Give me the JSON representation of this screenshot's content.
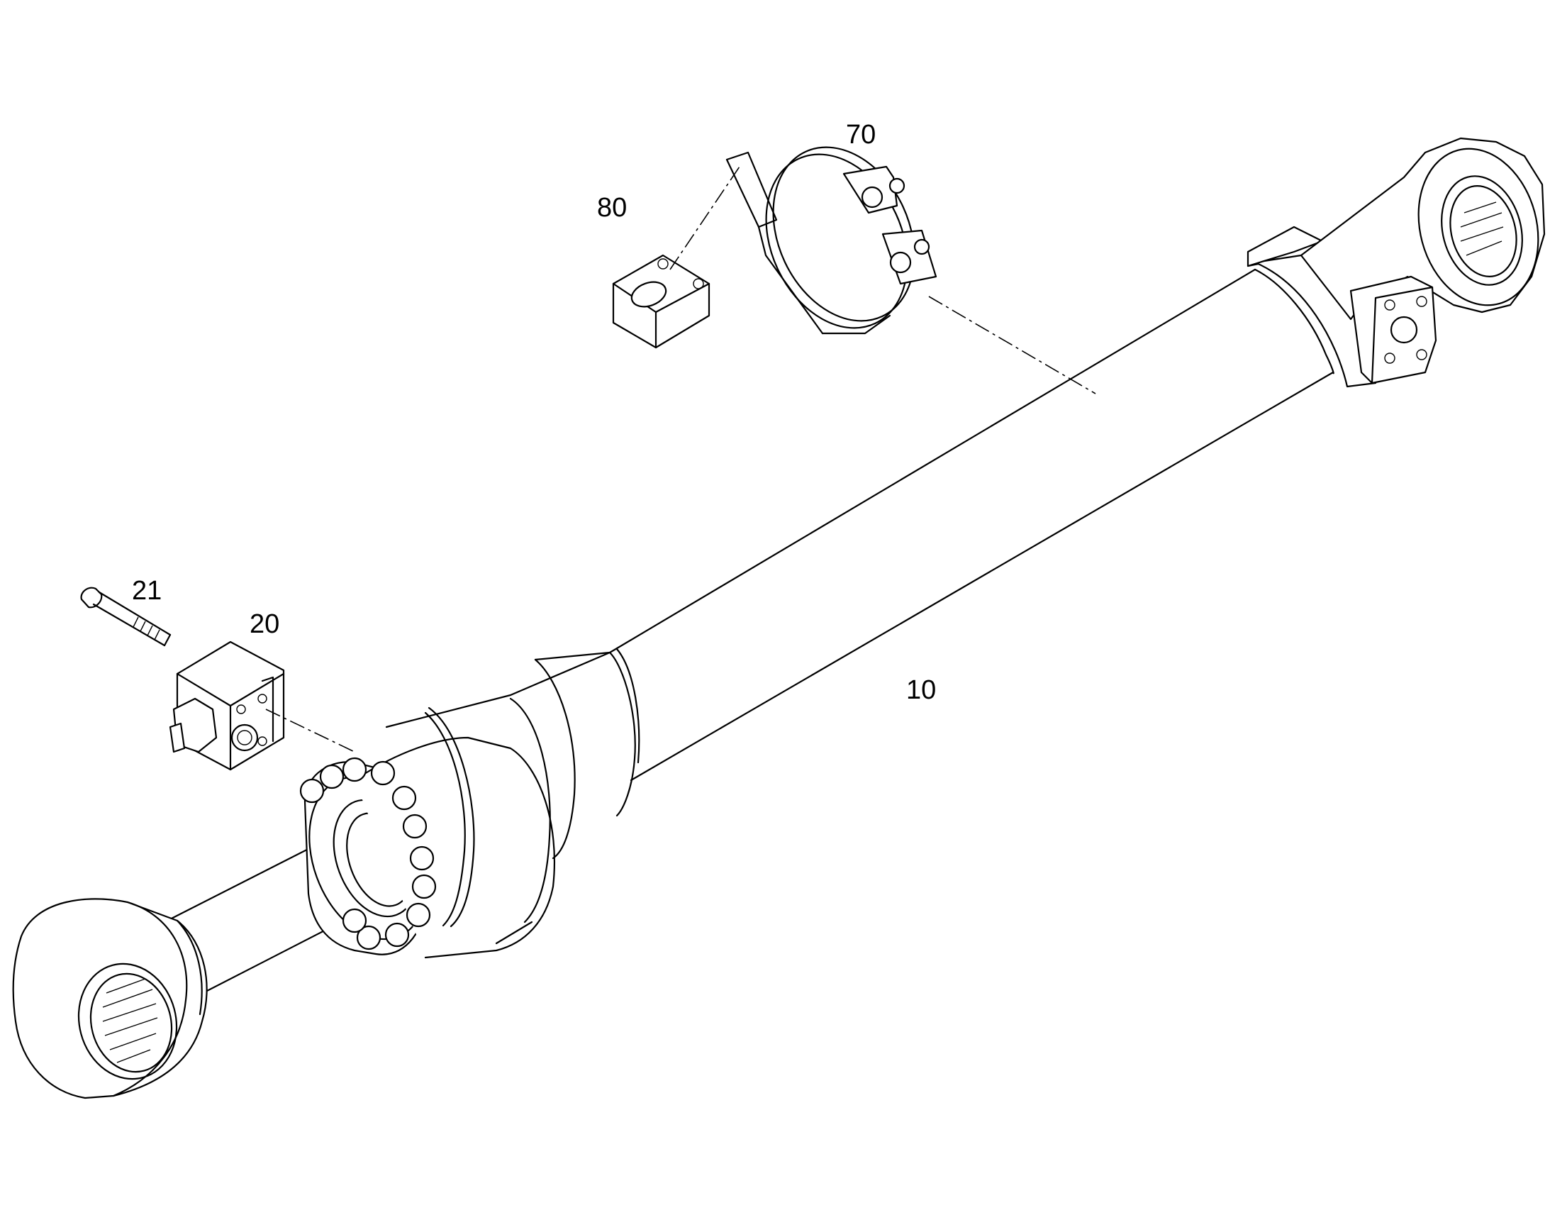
{
  "callouts": {
    "cylinder": "10",
    "valve_block": "20",
    "bolt": "21",
    "clamp": "70",
    "clamp_block": "80"
  }
}
